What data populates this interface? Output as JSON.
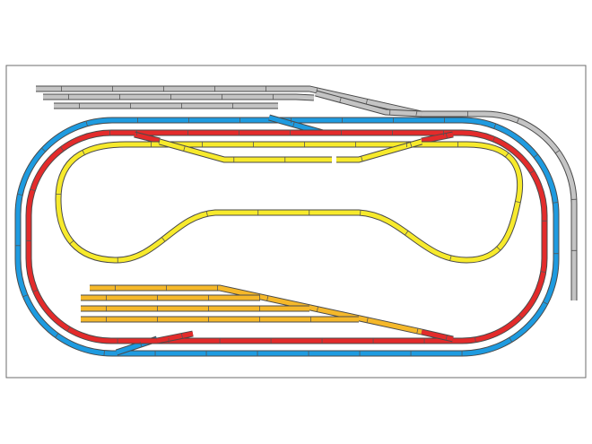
{
  "diagram": {
    "type": "model-railway-track-plan",
    "colors": {
      "background": "#ffffff",
      "frame": "#6e6e6e",
      "track_outline": "#4a4a4a",
      "outer_loop": "#1e9be0",
      "inner_loop": "#e32b2b",
      "dogbone_loop": "#f7ea2c",
      "yard_sidings": "#f5b82a",
      "storage_sidings": "#c4c4c4"
    },
    "tracks": [
      {
        "name": "outer-loop",
        "color_key": "outer_loop"
      },
      {
        "name": "inner-loop",
        "color_key": "inner_loop"
      },
      {
        "name": "dogbone-loop",
        "color_key": "dogbone_loop"
      },
      {
        "name": "yard-sidings",
        "color_key": "yard_sidings",
        "count": 4
      },
      {
        "name": "storage-sidings",
        "color_key": "storage_sidings",
        "count": 3
      }
    ]
  }
}
